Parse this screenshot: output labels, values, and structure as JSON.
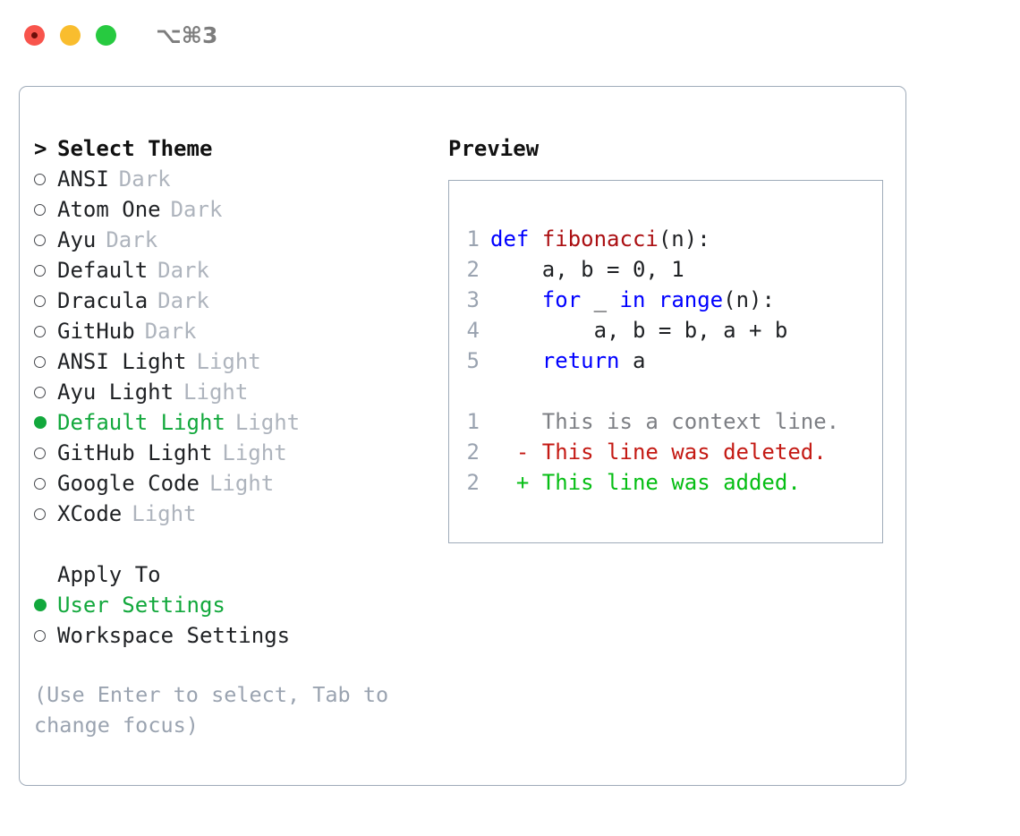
{
  "window": {
    "shortcut": "⌥⌘3",
    "traffic_lights": [
      "close",
      "minimize",
      "maximize"
    ],
    "colors": {
      "close": "#f8544c",
      "minimize": "#f9bd2e",
      "maximize": "#27ca40",
      "accent_green": "#12a83c",
      "border": "#9fabb9",
      "muted": "#aeb4bd",
      "hint": "#9aa3b0"
    }
  },
  "theme_selector": {
    "header": {
      "chevron": ">",
      "title": "Select Theme"
    },
    "items": [
      {
        "marker": "radio-empty",
        "name": "ANSI",
        "tag": "Dark",
        "selected": false
      },
      {
        "marker": "radio-empty",
        "name": "Atom One",
        "tag": "Dark",
        "selected": false
      },
      {
        "marker": "radio-empty",
        "name": "Ayu",
        "tag": "Dark",
        "selected": false
      },
      {
        "marker": "radio-empty",
        "name": "Default",
        "tag": "Dark",
        "selected": false
      },
      {
        "marker": "radio-empty",
        "name": "Dracula",
        "tag": "Dark",
        "selected": false
      },
      {
        "marker": "radio-empty",
        "name": "GitHub",
        "tag": "Dark",
        "selected": false
      },
      {
        "marker": "radio-empty",
        "name": "ANSI Light",
        "tag": "Light",
        "selected": false
      },
      {
        "marker": "radio-empty",
        "name": "Ayu Light",
        "tag": "Light",
        "selected": false
      },
      {
        "marker": "radio-filled",
        "name": "Default Light",
        "tag": "Light",
        "selected": true
      },
      {
        "marker": "radio-empty",
        "name": "GitHub Light",
        "tag": "Light",
        "selected": false
      },
      {
        "marker": "radio-empty",
        "name": "Google Code",
        "tag": "Light",
        "selected": false
      },
      {
        "marker": "radio-empty",
        "name": "XCode",
        "tag": "Light",
        "selected": false
      }
    ]
  },
  "apply_to": {
    "title": "Apply To",
    "items": [
      {
        "marker": "radio-filled",
        "name": "User Settings",
        "selected": true
      },
      {
        "marker": "radio-empty",
        "name": "Workspace Settings",
        "selected": false
      }
    ]
  },
  "hint": "(Use Enter to select, Tab to change focus)",
  "preview": {
    "title": "Preview",
    "code_lines": [
      {
        "no": "1",
        "indent": "",
        "tokens": [
          {
            "t": "def",
            "c": "kw"
          },
          {
            "t": " ",
            "c": "plain"
          },
          {
            "t": "fibonacci",
            "c": "fn"
          },
          {
            "t": "(n):",
            "c": "plain"
          }
        ]
      },
      {
        "no": "2",
        "indent": "    ",
        "tokens": [
          {
            "t": "a, b = 0, 1",
            "c": "plain"
          }
        ]
      },
      {
        "no": "3",
        "indent": "    ",
        "tokens": [
          {
            "t": "for",
            "c": "kw"
          },
          {
            "t": " _ ",
            "c": "plain"
          },
          {
            "t": "in",
            "c": "kw"
          },
          {
            "t": " ",
            "c": "plain"
          },
          {
            "t": "range",
            "c": "kw"
          },
          {
            "t": "(n):",
            "c": "plain"
          }
        ]
      },
      {
        "no": "4",
        "indent": "        ",
        "tokens": [
          {
            "t": "a, b = b, a + b",
            "c": "plain"
          }
        ]
      },
      {
        "no": "5",
        "indent": "    ",
        "tokens": [
          {
            "t": "return",
            "c": "kw"
          },
          {
            "t": " a",
            "c": "plain"
          }
        ]
      }
    ],
    "diff_lines": [
      {
        "no": "1",
        "sign": " ",
        "text": "This is a context line.",
        "kind": "context"
      },
      {
        "no": "2",
        "sign": "-",
        "text": "This line was deleted.",
        "kind": "deleted"
      },
      {
        "no": "2",
        "sign": "+",
        "text": "This line was added.",
        "kind": "added"
      }
    ]
  }
}
